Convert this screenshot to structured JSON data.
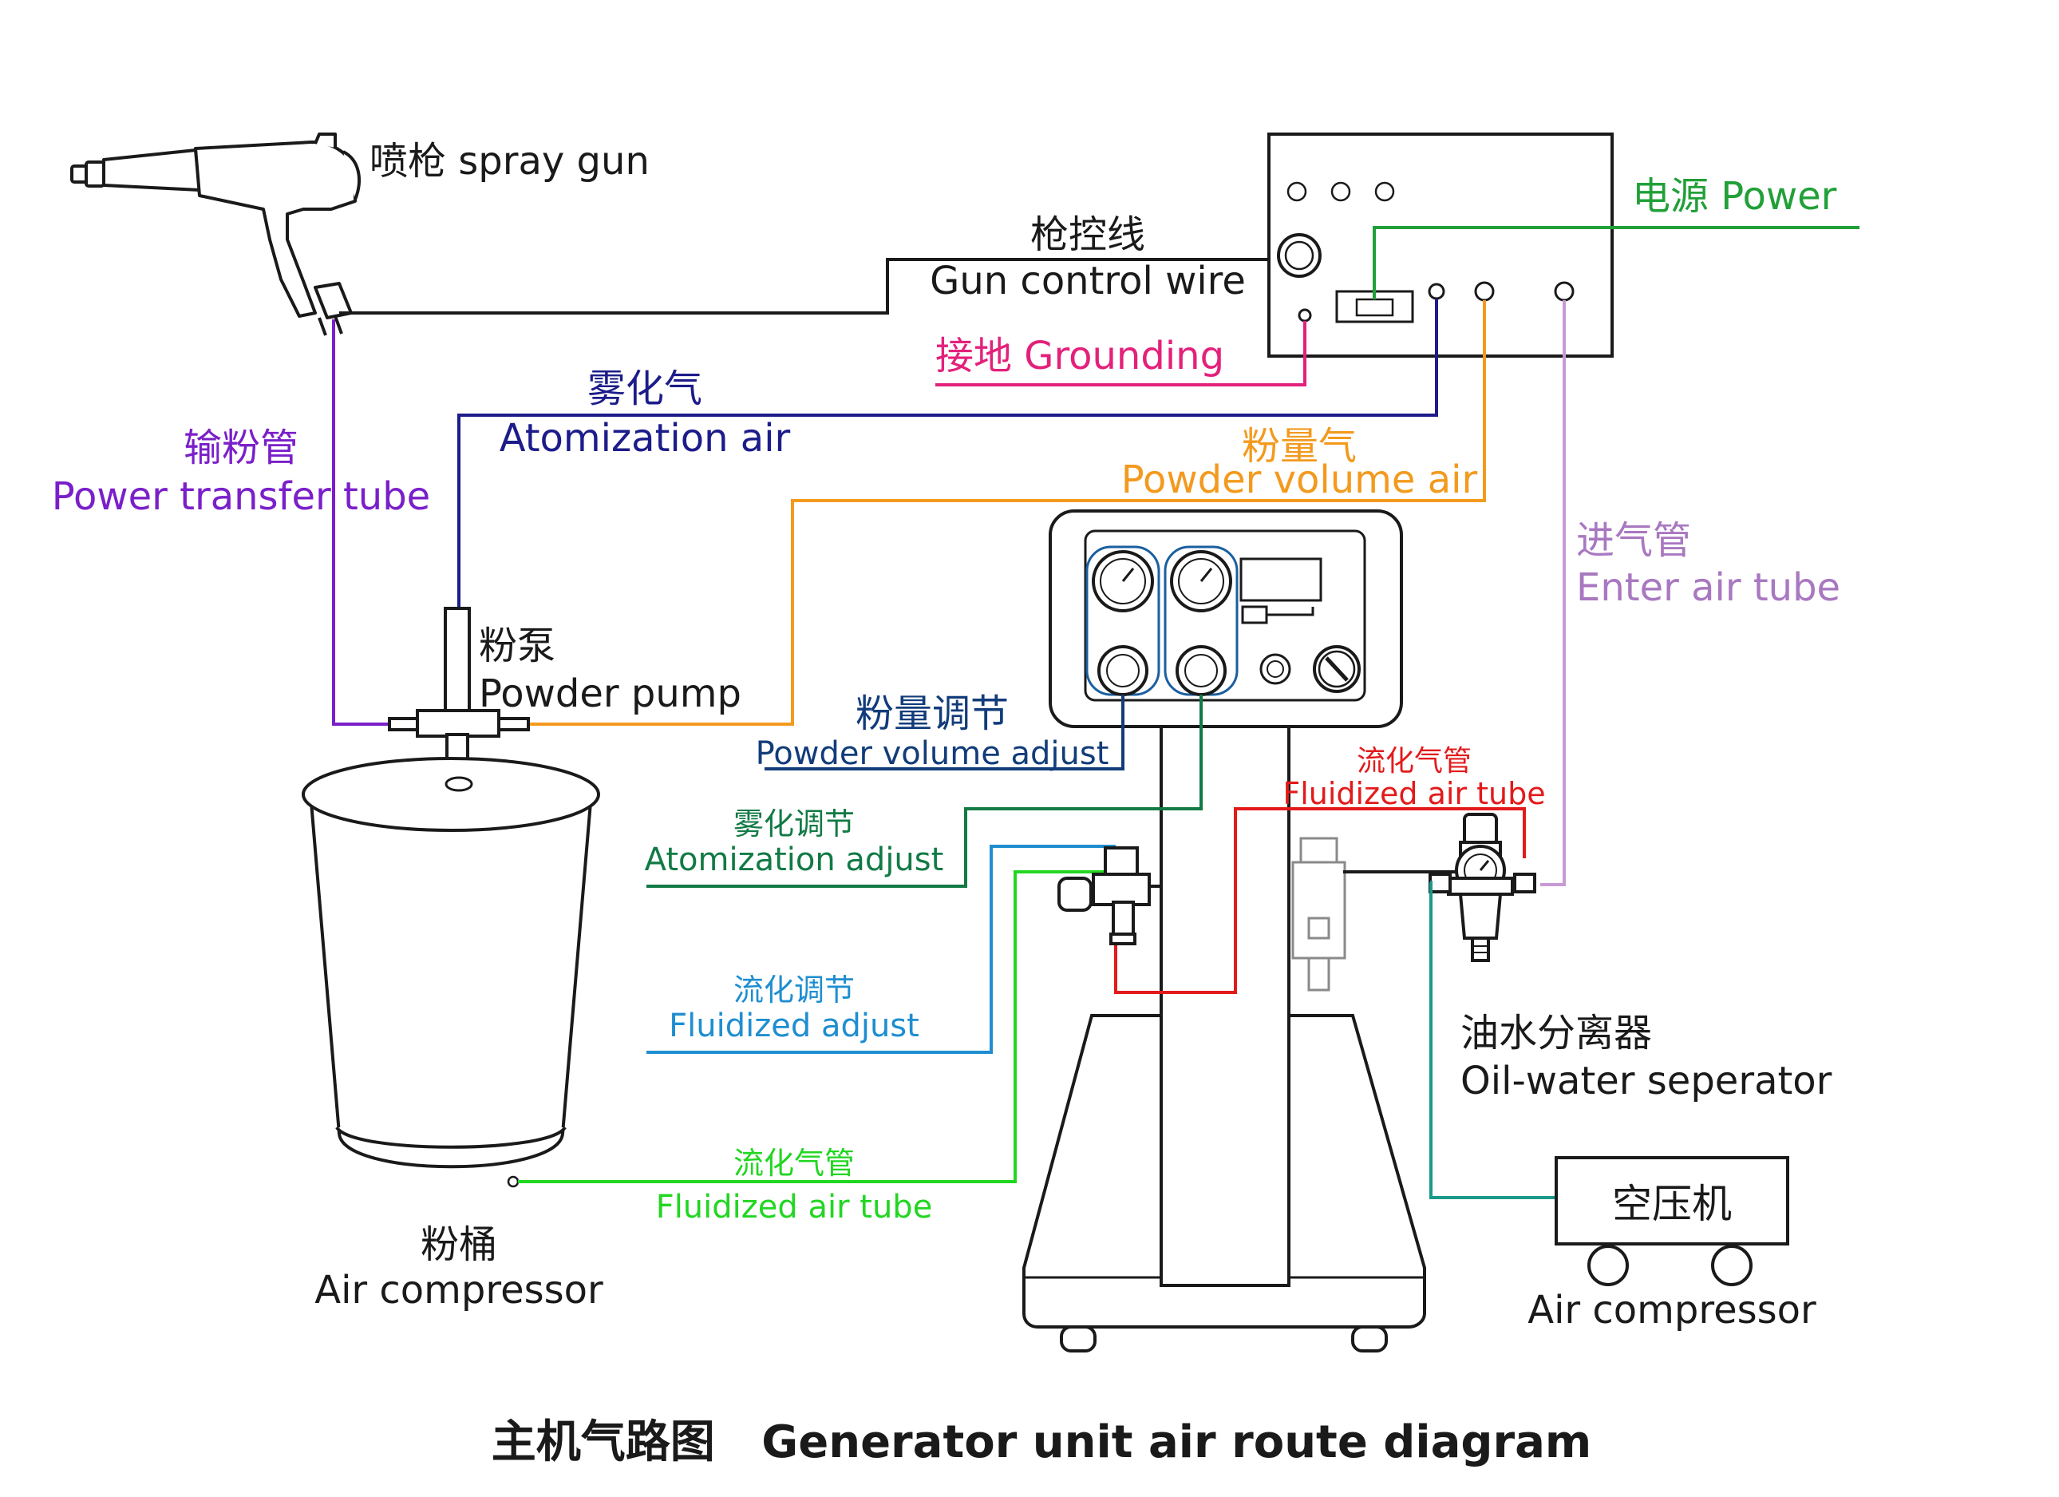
{
  "title": "主机气路图   Generator unit air route diagram",
  "colors": {
    "black": "#1a1a1a",
    "power": "#21a038",
    "grounding": "#e3217b",
    "atomization_air": "#1c1c8a",
    "powder_volume_air": "#f39a1e",
    "enter_air_tube": "#c79ad6",
    "power_transfer_tube": "#7a1fc9",
    "powder_volume_adjust": "#123c7a",
    "atomization_adjust": "#127a45",
    "fluidized_adjust": "#1f8ed0",
    "fluidized_air_tube_bucket": "#22d622",
    "fluidized_air_tube_separator": "#e31a1a",
    "compressor_line": "#1a9a8a"
  },
  "labels": {
    "spray_gun": "喷枪 spray gun",
    "gun_control_wire_cn": "枪控线",
    "gun_control_wire_en": "Gun control wire",
    "power": "电源 Power",
    "grounding": "接地 Grounding",
    "atomization_air_cn": "雾化气",
    "atomization_air_en": "Atomization air",
    "powder_volume_air_cn": "粉量气",
    "powder_volume_air_en": "Powder volume air",
    "enter_air_tube_cn": "进气管",
    "enter_air_tube_en": "Enter air tube",
    "power_transfer_tube_cn": "输粉管",
    "power_transfer_tube_en": "Power transfer tube",
    "powder_pump_cn": "粉泵",
    "powder_pump_en": "Powder pump",
    "powder_volume_adjust_cn": "粉量调节",
    "powder_volume_adjust_en": "Powder volume adjust",
    "atomization_adjust_cn": "雾化调节",
    "atomization_adjust_en": "Atomization adjust",
    "fluidized_adjust_cn": "流化调节",
    "fluidized_adjust_en": "Fluidized adjust",
    "fluidized_air_tube_bucket_cn": "流化气管",
    "fluidized_air_tube_bucket_en": "Fluidized air tube",
    "fluidized_air_tube_sep_cn": "流化气管",
    "fluidized_air_tube_sep_en": "Fluidized air tube",
    "oil_water_separator_cn": "油水分离器",
    "oil_water_separator_en": "Oil-water seperator",
    "powder_bucket_cn": "粉桶",
    "powder_bucket_en": "Air compressor",
    "compressor_box": "空压机",
    "compressor_en": "Air compressor"
  }
}
